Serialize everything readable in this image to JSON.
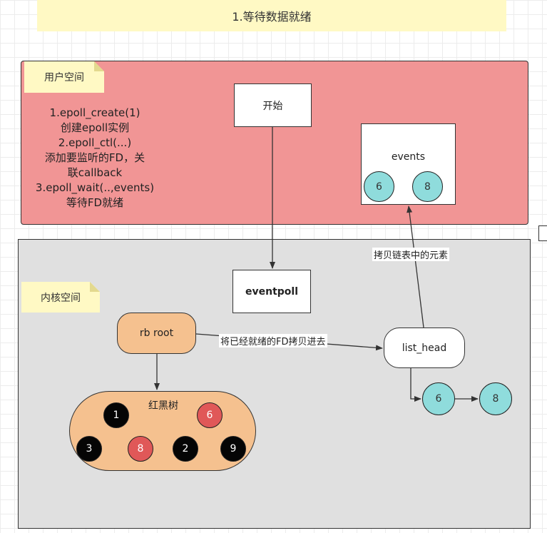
{
  "title": "1.等待数据就绪",
  "user_space": {
    "label": "用户空间",
    "steps": [
      "1.epoll_create(1)",
      "创建epoll实例",
      "2.epoll_ctl(...)",
      "添加要监听的FD，关",
      "联callback",
      "3.epoll_wait(..,events)",
      "等待FD就绪"
    ],
    "start_label": "开始",
    "events": {
      "label": "events",
      "items": [
        "6",
        "8"
      ]
    }
  },
  "kernel_space": {
    "label": "内核空间",
    "eventpoll_label": "eventpoll",
    "rb_root_label": "rb root",
    "rb_tree": {
      "label": "红黑树",
      "nodes": [
        {
          "value": "1",
          "color": "#050505"
        },
        {
          "value": "6",
          "color": "#e05858"
        },
        {
          "value": "3",
          "color": "#050505"
        },
        {
          "value": "8",
          "color": "#e05858"
        },
        {
          "value": "2",
          "color": "#050505"
        },
        {
          "value": "9",
          "color": "#050505"
        }
      ]
    },
    "list_head_label": "list_head",
    "list_items": [
      "6",
      "8"
    ]
  },
  "edges": {
    "copy_ready_fd": "将已经就绪的FD拷贝进去",
    "copy_list_elements": "拷贝链表中的元素"
  },
  "colors": {
    "user_space_bg": "#f19595",
    "kernel_space_bg": "#e0e0e0",
    "note_bg": "#fff9c4",
    "rb_bg": "#f5c18f",
    "list_node": "#8fdcdc"
  }
}
